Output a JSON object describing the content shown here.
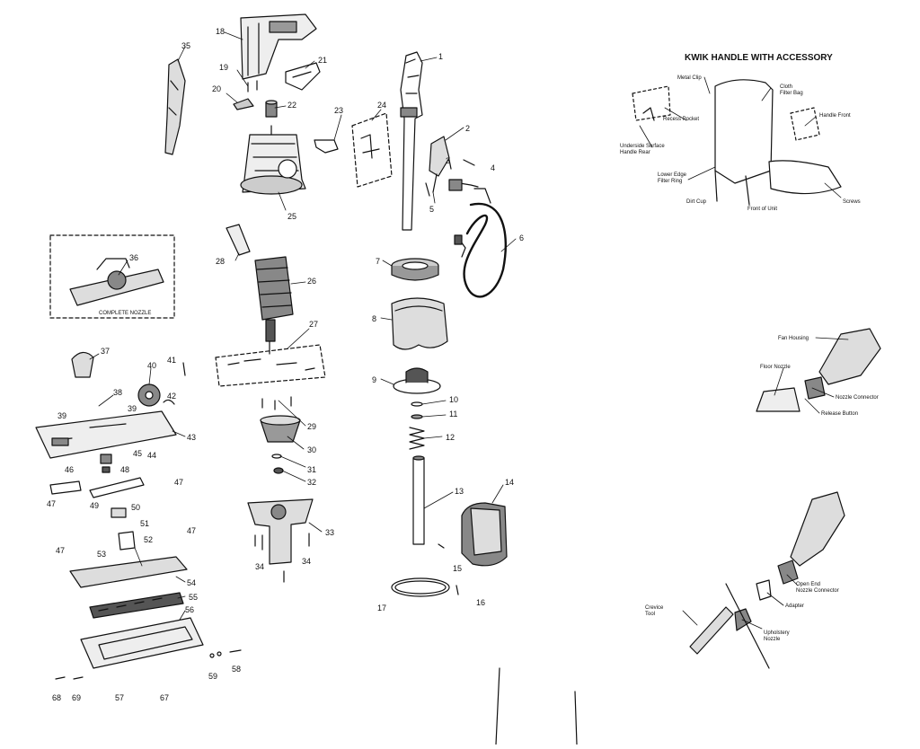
{
  "accessory": {
    "title": "KWIK HANDLE WITH ACCESSORY",
    "labels": {
      "metal_clip": "Metal Clip",
      "cloth_filter_bag": "Cloth\nFilter Bag",
      "recess_pocket": "Recess Pocket",
      "handle_front": "Handle Front",
      "underside_surface_handle_rear": "Underside Surface\nHandle Rear",
      "lower_edge_filter_ring": "Lower Edge\nFilter Ring",
      "dirt_cup": "Dirt Cup",
      "front_of_unit": "Front of Unit",
      "screws": "Screws",
      "fan_housing": "Fan Housing",
      "floor_nozzle": "Floor Nozzle",
      "nozzle_connector": "Nozzle Connector",
      "release_button": "Release Button",
      "open_end_nozzle_connector": "Open End\nNozzle Connector",
      "adapter": "Adapter",
      "crevice_tool": "Crevice\nTool",
      "upholstery_nozzle": "Upholstery\nNozzle"
    }
  },
  "nozzle_inset_caption": "COMPLETE NOZZLE",
  "part_numbers": {
    "p1": "1",
    "p2": "2",
    "p3": "3",
    "p4": "4",
    "p5": "5",
    "p6": "6",
    "p7": "7",
    "p8": "8",
    "p9": "9",
    "p10": "10",
    "p11": "11",
    "p12": "12",
    "p13": "13",
    "p14": "14",
    "p15": "15",
    "p16": "16",
    "p17": "17",
    "p18": "18",
    "p19": "19",
    "p20": "20",
    "p21": "21",
    "p22": "22",
    "p23": "23",
    "p24": "24",
    "p25": "25",
    "p26": "26",
    "p27": "27",
    "p28": "28",
    "p29": "29",
    "p30": "30",
    "p31": "31",
    "p32": "32",
    "p33": "33",
    "p34": "34",
    "p35": "35",
    "p36": "36",
    "p37": "37",
    "p38": "38",
    "p39": "39",
    "p40": "40",
    "p41": "41",
    "p42": "42",
    "p43": "43",
    "p44": "44",
    "p45": "45",
    "p46": "46",
    "p47": "47",
    "p48": "48",
    "p49": "49",
    "p50": "50",
    "p51": "51",
    "p52": "52",
    "p53": "53",
    "p54": "54",
    "p55": "55",
    "p56": "56",
    "p57": "57",
    "p58": "58",
    "p59": "59",
    "p67": "67",
    "p68": "68",
    "p69": "69"
  }
}
